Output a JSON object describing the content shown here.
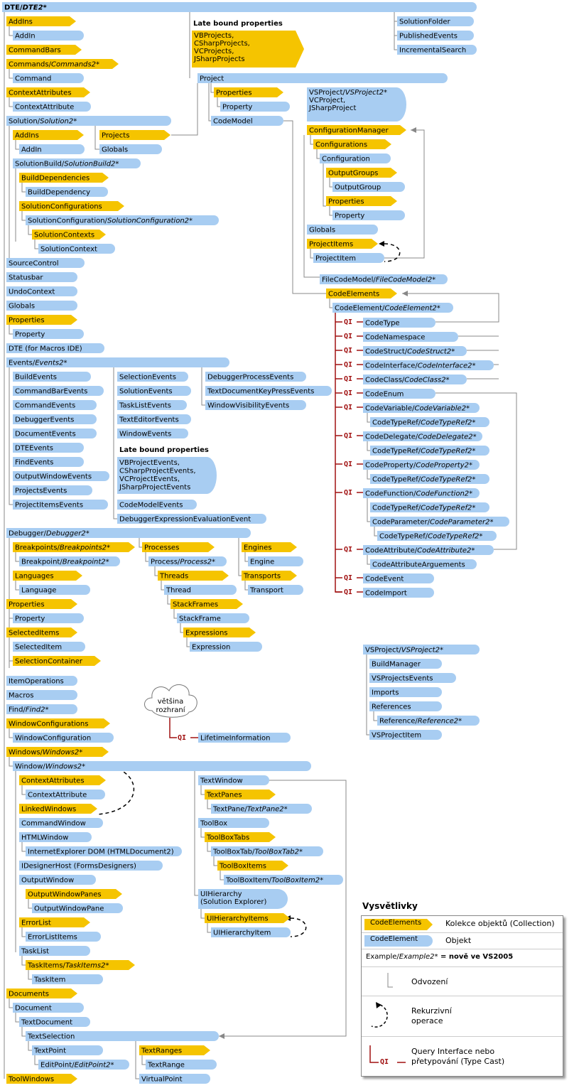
{
  "diagram": {
    "headers": {
      "late_bound_1": "Late bound properties",
      "late_bound_2": "Late bound properties"
    },
    "cloud_label": "většina\nrozhraní",
    "qi_label": "QI"
  },
  "nodes": {
    "dte": [
      "DTE/",
      "DTE2*"
    ],
    "addins": "AddIns",
    "addin": "AddIn",
    "commandbars": "CommandBars",
    "commands": [
      "Commands/",
      "Commands2*"
    ],
    "command": "Command",
    "contextattributes": "ContextAttributes",
    "contextattribute": "ContextAttribute",
    "solution": [
      "Solution/",
      "Solution2*"
    ],
    "sol_addins": "AddIns",
    "sol_addin": "AddIn",
    "projects": "Projects",
    "globals_sol": "Globals",
    "solutionbuild": [
      "SolutionBuild/",
      "SolutionBuild2*"
    ],
    "builddependencies": "BuildDependencies",
    "builddependency": "BuildDependency",
    "solutionconfigurations": "SolutionConfigurations",
    "solutionconfiguration": [
      "SolutionConfiguration/",
      "SolutionConfiguration2*"
    ],
    "solutioncontexts": "SolutionContexts",
    "solutioncontext": "SolutionContext",
    "sourcecontrol": "SourceControl",
    "statusbar": "Statusbar",
    "undocontext": "UndoContext",
    "globals": "Globals",
    "properties": "Properties",
    "property": "Property",
    "dte_macros": "DTE (for Macros IDE)",
    "events": [
      "Events/",
      "Events2*"
    ],
    "buildevents": "BuildEvents",
    "commandbarevents": "CommandBarEvents",
    "commandevents": "CommandEvents",
    "debuggerevents": "DebuggerEvents",
    "documentevents": "DocumentEvents",
    "dteevents": "DTEEvents",
    "findevents": "FindEvents",
    "outputwindowevents": "OutputWindowEvents",
    "projectsevents": "ProjectsEvents",
    "projectitemsevents": "ProjectItemsEvents",
    "selectionevents": "SelectionEvents",
    "solutionevents": "SolutionEvents",
    "tasklistevents": "TaskListEvents",
    "texteditorevents": "TextEditorEvents",
    "windowevents": "WindowEvents",
    "debuggerprocessevents": "DebuggerProcessEvents",
    "textdocumentkeypressevents": "TextDocumentKeyPressEvents",
    "windowvisibilityevents": "WindowVisibilityEvents",
    "late_events": [
      "VBProjectEvents,",
      "CSharpProjectEvents,",
      "VCProjectEvents,",
      "JSharpProjectEvents"
    ],
    "codemodelevents": "CodeModelEvents",
    "debuggerexpressionevaluationevent": "DebuggerExpressionEvaluationEvent",
    "debugger": [
      "Debugger/",
      "Debugger2*"
    ],
    "breakpoints": [
      "Breakpoints/",
      "Breakpoints2*"
    ],
    "breakpoint": [
      "Breakpoint/",
      "Breakpoint2*"
    ],
    "languages": "Languages",
    "language": "Language",
    "processes": "Processes",
    "process": [
      "Process/",
      "Process2*"
    ],
    "threads": "Threads",
    "thread": "Thread",
    "stackframes": "StackFrames",
    "stackframe": "StackFrame",
    "expressions": "Expressions",
    "expression": "Expression",
    "engines": "Engines",
    "engine": "Engine",
    "transports": "Transports",
    "transport": "Transport",
    "dbg_properties": "Properties",
    "dbg_property": "Property",
    "selecteditems": "SelectedItems",
    "selecteditem": "SelectedItem",
    "selectioncontainer": "SelectionContainer",
    "itemoperations": "ItemOperations",
    "macros": "Macros",
    "find": [
      "Find/",
      "Find2*"
    ],
    "windowconfigurations": "WindowConfigurations",
    "windowconfiguration": "WindowConfiguration",
    "windows": [
      "Windows/",
      "Windows2*"
    ],
    "window": [
      "Window/",
      "Windows2*"
    ],
    "win_contextattributes": "ContextAttributes",
    "win_contextattribute": "ContextAttribute",
    "linkedwindows": "LinkedWindows",
    "commandwindow": "CommandWindow",
    "htmlwindow": "HTMLWindow",
    "iedom": "InternetExplorer DOM (HTMLDocument2)",
    "idesignerhost": "IDesignerHost (FormsDesigners)",
    "outputwindow": "OutputWindow",
    "outputwindowpanes": "OutputWindowPanes",
    "outputwindowpane": "OutputWindowPane",
    "errorlist": "ErrorList",
    "errorlistitems": "ErrorListItems",
    "tasklist": "TaskList",
    "taskitems": [
      "TaskItems/",
      "TaskItems2*"
    ],
    "taskitem": "TaskItem",
    "textwindow": "TextWindow",
    "textpanes": "TextPanes",
    "textpane": [
      "TextPane/",
      "TextPane2*"
    ],
    "toolbox": "ToolBox",
    "toolboxtabs": "ToolBoxTabs",
    "toolboxtab": [
      "ToolBoxTab/",
      "ToolBoxTab2*"
    ],
    "toolboxitems": "ToolBoxItems",
    "toolboxitem": [
      "ToolBoxItem/",
      "ToolBoxItem2*"
    ],
    "uihierarchy": [
      "UIHierarchy",
      "(Solution Explorer)"
    ],
    "uihierarchyitems": "UIHierarchyItems",
    "uihierarchyitem": "UIHierarchyItem",
    "documents": "Documents",
    "document": "Document",
    "textdocument": "TextDocument",
    "textselection": "TextSelection",
    "textpoint": "TextPoint",
    "editpoint": [
      "EditPoint/",
      "EditPoint2*"
    ],
    "textranges": "TextRanges",
    "textrange": "TextRange",
    "virtualpoint": "VirtualPoint",
    "toolwindows": "ToolWindows",
    "late_projects": [
      "VBProjects,",
      "CSharpProjects,",
      "VCProjects,",
      "JSharpProjects"
    ],
    "project": "Project",
    "prj_properties": "Properties",
    "prj_property": "Property",
    "codemodel": "CodeModel",
    "vsproject_box": [
      "VSProject/",
      "VSProject2*",
      "VCProject,",
      "JSharpProject"
    ],
    "configurationmanager": "ConfigurationManager",
    "configurations": "Configurations",
    "configuration": "Configuration",
    "outputgroups": "OutputGroups",
    "outputgroup": "OutputGroup",
    "cfg_properties": "Properties",
    "cfg_property": "Property",
    "prj_globals": "Globals",
    "projectitems": "ProjectItems",
    "projectitem": "ProjectItem",
    "filecodemodel": [
      "FileCodeModel/",
      "FileCodeModel2*"
    ],
    "codeelements": "CodeElements",
    "codeelement": [
      "CodeElement/",
      "CodeElement2*"
    ],
    "codetype": "CodeType",
    "codenamespace": "CodeNamespace",
    "codestruct": [
      "CodeStruct/",
      "CodeStruct2*"
    ],
    "codeinterface": [
      "CodeInterface/",
      "CodeInterface2*"
    ],
    "codeclass": [
      "CodeClass/",
      "CodeClass2*"
    ],
    "codeenum": "CodeEnum",
    "codevariable": [
      "CodeVariable/",
      "CodeVariable2*"
    ],
    "codetyperef": [
      "CodeTypeRef/",
      "CodeTypeRef2*"
    ],
    "codedelegate": [
      "CodeDelegate/",
      "CodeDelegate2*"
    ],
    "codeproperty": [
      "CodeProperty/",
      "CodeProperty2*"
    ],
    "codefunction": [
      "CodeFunction/",
      "CodeFunction2*"
    ],
    "codeparameter": [
      "CodeParameter/",
      "CodeParameter2*"
    ],
    "codeattribute": [
      "CodeAttribute/",
      "CodeAttribute2*"
    ],
    "codeattributearguements": "CodeAttributeArguements",
    "codeevent": "CodeEvent",
    "codeimport": "CodeImport",
    "solutionfolder": "SolutionFolder",
    "publishedevents": "PublishedEvents",
    "incrementalsearch": "IncrementalSearch",
    "vsproject": [
      "VSProject/",
      "VSProject2*"
    ],
    "buildmanager": "BuildManager",
    "vsprojectsevents": "VSProjectsEvents",
    "imports": "Imports",
    "references": "References",
    "reference": [
      "Reference/",
      "Reference2*"
    ],
    "vsprojectitem": "VSProjectItem",
    "lifetimeinformation": "LifetimeInformation"
  },
  "legend": {
    "title": "Vysvětlivky",
    "collection_sample": "CodeElements",
    "collection_desc": "Kolekce objektů (Collection)",
    "object_sample": "CodeElement",
    "object_desc": "Objekt",
    "new_sample_plain": "Example/",
    "new_sample_italic": "Example2*",
    "new_desc": " = nově ve VS2005",
    "inherit_desc": "Odvození",
    "recursive_desc": [
      "Rekurzivní",
      "operace"
    ],
    "qi_desc": [
      "Query Interface nebo",
      "přetypování (Type Cast)"
    ],
    "qi_sample": "QI"
  },
  "colors": {
    "collection": "#f5c400",
    "object": "#a8cdf2",
    "qi": "#a01010",
    "connector": "#888888"
  }
}
